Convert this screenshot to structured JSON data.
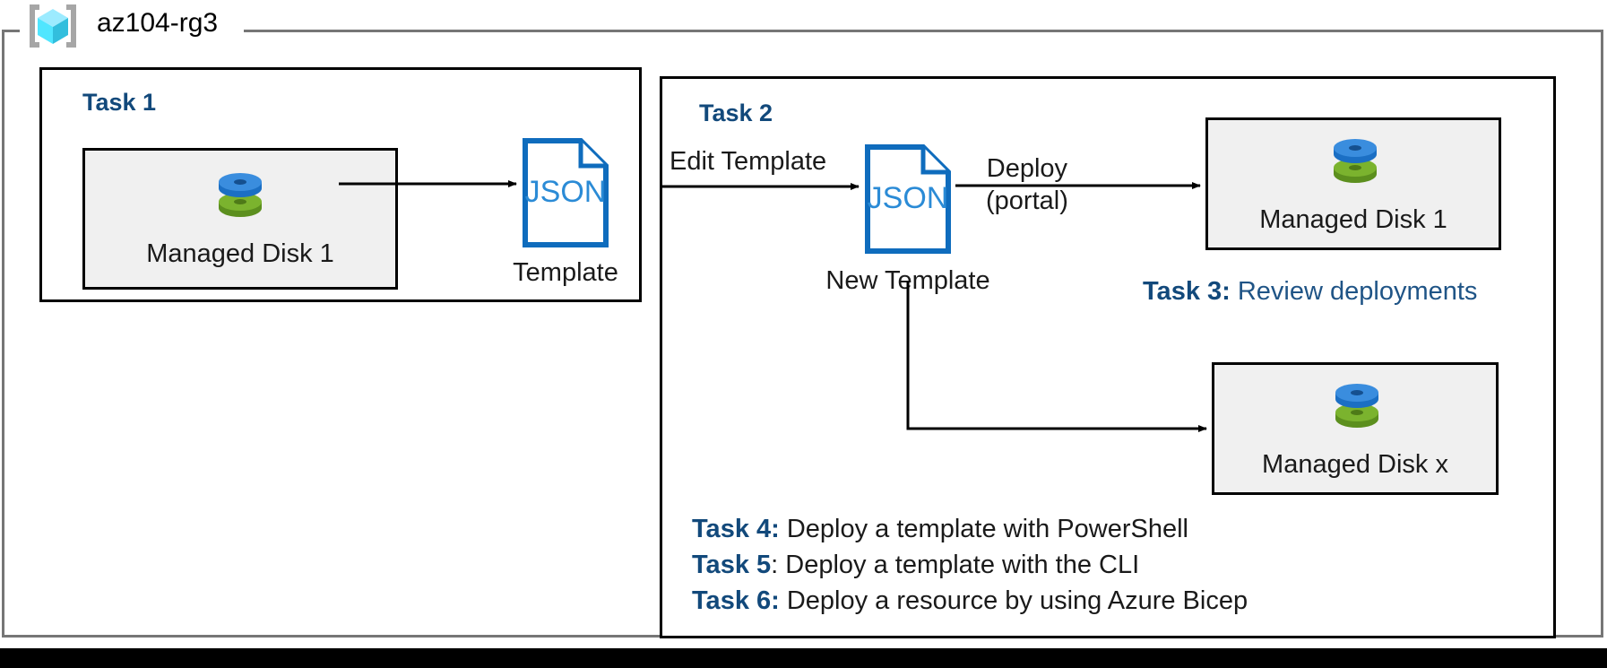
{
  "resource_group": {
    "name": "az104-rg3",
    "icon": "resource-group-cube-icon"
  },
  "tasks": {
    "task1": {
      "heading": "Task 1"
    },
    "task2": {
      "heading": "Task 2"
    },
    "task3": {
      "label": "Task 3:",
      "body": " Review deployments"
    },
    "task4": {
      "label": "Task 4:",
      "body": " Deploy a template with PowerShell"
    },
    "task5": {
      "label": "Task 5",
      "body": ": Deploy a template with the CLI"
    },
    "task6": {
      "label": "Task 6:",
      "body": " Deploy a resource by using Azure Bicep"
    }
  },
  "resources": {
    "managed_disk_1_left": {
      "label": "Managed Disk 1",
      "icon": "managed-disk-icon"
    },
    "managed_disk_1_right": {
      "label": "Managed Disk 1",
      "icon": "managed-disk-icon"
    },
    "managed_disk_x": {
      "label": "Managed Disk x",
      "icon": "managed-disk-icon"
    }
  },
  "documents": {
    "template": {
      "glyph": "JSON",
      "caption": "Template",
      "icon": "json-document-icon"
    },
    "new_template": {
      "glyph": "JSON",
      "caption": "New Template",
      "icon": "json-document-icon"
    }
  },
  "edges": {
    "export": {
      "label": ""
    },
    "edit": {
      "label": "Edit Template"
    },
    "deploy_line1": {
      "label": "Deploy"
    },
    "deploy_line2": {
      "label": "(portal)"
    }
  },
  "colors": {
    "task_heading_blue": "#12497B",
    "task3_body_blue": "#1F5486",
    "json_doc_blue": "#0F6CBD",
    "json_text_blue": "#2B8BD6",
    "disk_blue": "#3A8DDE",
    "disk_green": "#7BB32E",
    "resource_box_fill": "#F0F0F0",
    "frame_gray": "#767676",
    "cube_cyan": "#50E6FF"
  }
}
